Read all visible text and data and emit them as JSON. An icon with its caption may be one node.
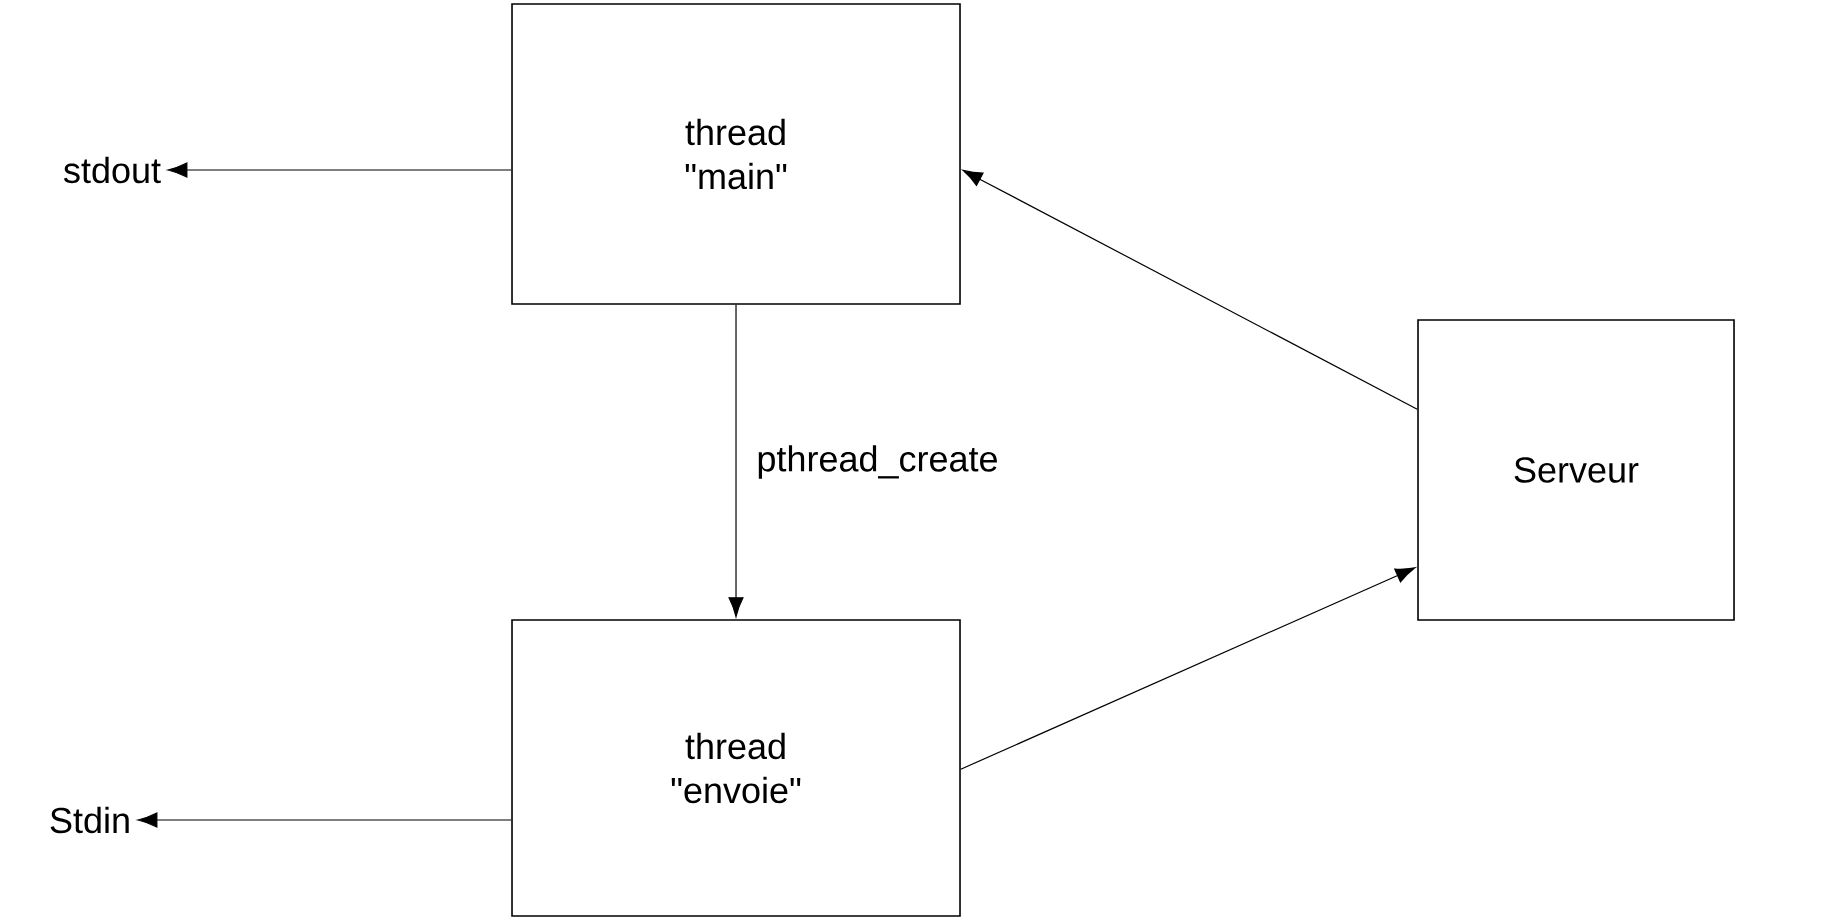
{
  "diagram": {
    "nodes": [
      {
        "text": [
          "stdout"
        ]
      },
      {
        "text": [
          "thread \"main\""
        ]
      },
      {
        "text": [
          "Serveur"
        ]
      },
      {
        "text": [
          "Stdin"
        ]
      },
      {
        "text": [
          "thread \"envoie\""
        ]
      }
    ],
    "edges": [
      {
        "from": 1,
        "to": 0,
        "arrow": "to"
      },
      {
        "from": 1,
        "to": 4,
        "arrow": "to",
        "label": "pthread_create"
      },
      {
        "from": 2,
        "to": 1,
        "arrow": "to"
      },
      {
        "from": 4,
        "to": 2,
        "arrow": "to"
      },
      {
        "from": 4,
        "to": 3,
        "arrow": "to"
      }
    ]
  }
}
